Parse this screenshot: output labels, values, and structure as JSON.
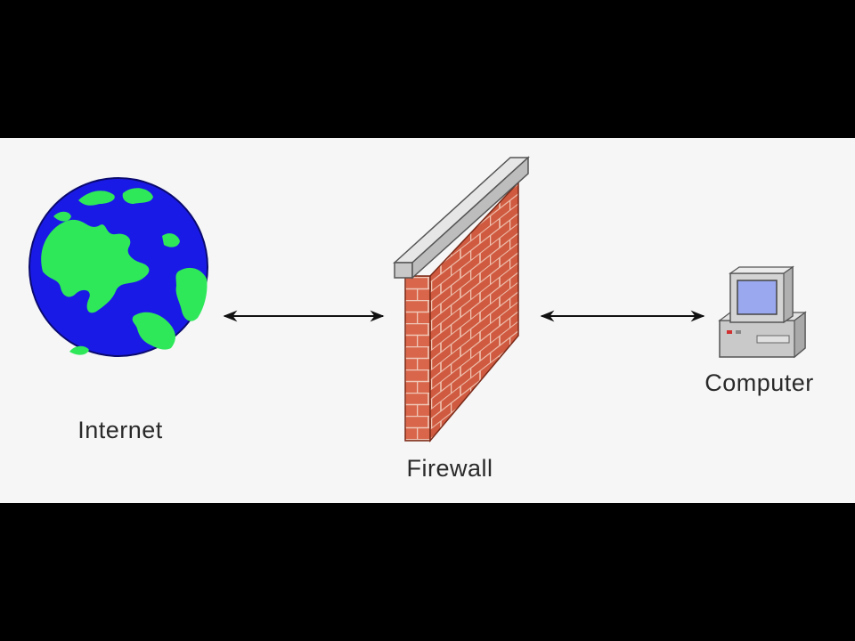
{
  "diagram": {
    "nodes": {
      "internet": {
        "label": "Internet",
        "icon": "globe-icon"
      },
      "firewall": {
        "label": "Firewall",
        "icon": "brick-wall-icon"
      },
      "computer": {
        "label": "Computer",
        "icon": "desktop-computer-icon"
      }
    },
    "connections": [
      {
        "from": "internet",
        "to": "firewall",
        "direction": "bidirectional"
      },
      {
        "from": "firewall",
        "to": "computer",
        "direction": "bidirectional"
      }
    ],
    "colors": {
      "ocean": "#1a1ae6",
      "land": "#2ee85a",
      "brick": "#d9664a",
      "mortar": "#f0c8b8",
      "wall_cap": "#dcdcdc",
      "computer_body": "#cfcfcf",
      "screen": "#9aa8f0",
      "background": "#f6f6f6",
      "frame": "#000000"
    }
  }
}
